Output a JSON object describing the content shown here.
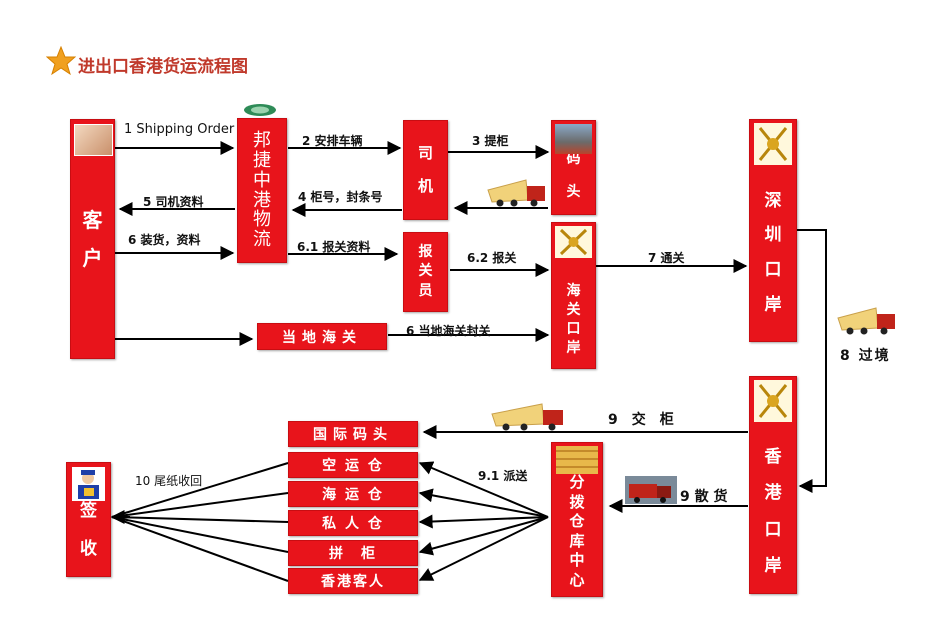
{
  "title": "进出口香港货运流程图",
  "colors": {
    "box": "#e8141b",
    "line": "#000000",
    "title": "#c0392b"
  },
  "nodes": {
    "customer": "客户",
    "bangjie": "邦捷中港物流",
    "driver": "司机",
    "terminal": "码头",
    "broker": "报关员",
    "customs": "海关口岸",
    "local_customs": "当地海关",
    "shenzhen": "深圳口岸",
    "hongkong": "香港口岸",
    "dist_center": "分拨仓库中心",
    "sign": "签收"
  },
  "destinations": [
    "国际码头",
    "空 运 仓",
    "海 运 仓",
    "私 人 仓",
    "拼　柜",
    "香港客人"
  ],
  "labels": {
    "s1": "1 Shipping Order",
    "s2": "2 安排车辆",
    "s3": "3 提柜",
    "s4": "4 柜号，封条号",
    "s5": "5 司机资料",
    "s6": "6 装货，资料",
    "s61": "6.1 报关资料",
    "s62": "6.2 报关",
    "s6b": "6  当地海关封关",
    "s7": "7 通关",
    "s8": "8 过境",
    "s9": "9　交　柜",
    "s9b": "9 散 货",
    "s91": "9.1 派送",
    "s10": "10 尾纸收回"
  }
}
